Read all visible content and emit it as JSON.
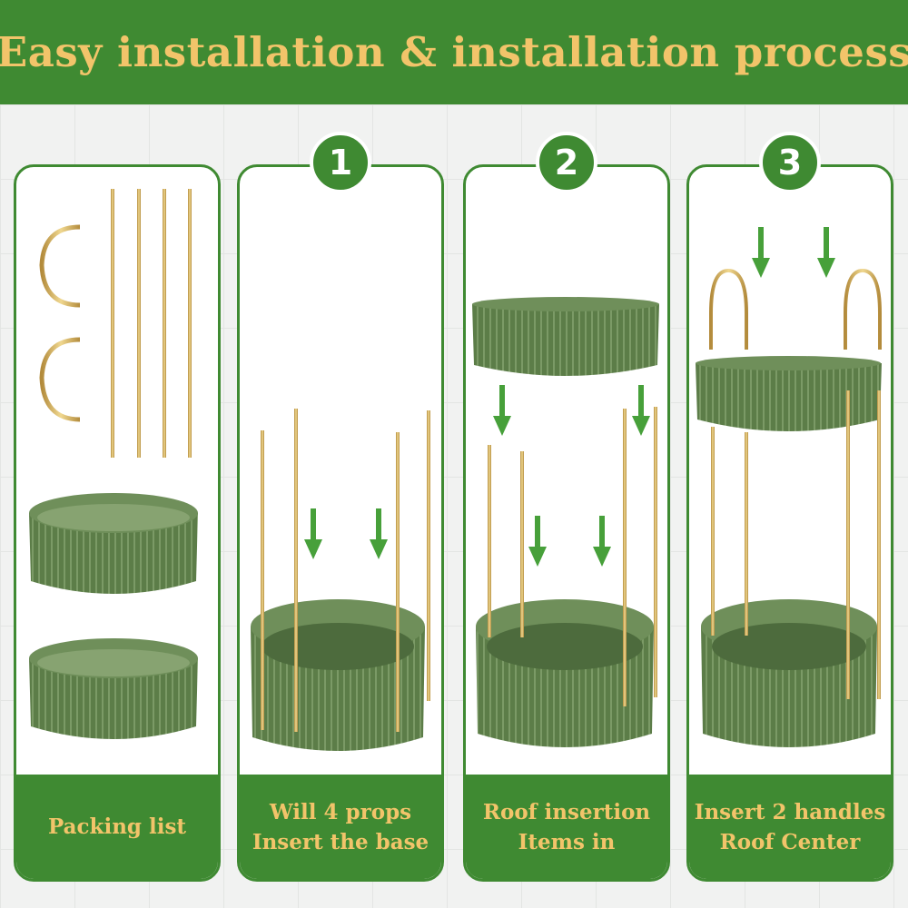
{
  "header": {
    "title": "Easy installation & installation process"
  },
  "colors": {
    "brand_green": "#3f8a32",
    "gold_text": "#f2c46a",
    "bowl_green": "#5d7f4a",
    "rod_gold": "#d6b062"
  },
  "panels": [
    {
      "caption_lines": [
        "Packing list"
      ]
    },
    {
      "step": "1",
      "caption_lines": [
        "Will 4 props",
        "Insert the base"
      ]
    },
    {
      "step": "2",
      "caption_lines": [
        "Roof insertion",
        "Items in"
      ]
    },
    {
      "step": "3",
      "caption_lines": [
        "Insert 2 handles",
        "Roof Center"
      ]
    }
  ]
}
